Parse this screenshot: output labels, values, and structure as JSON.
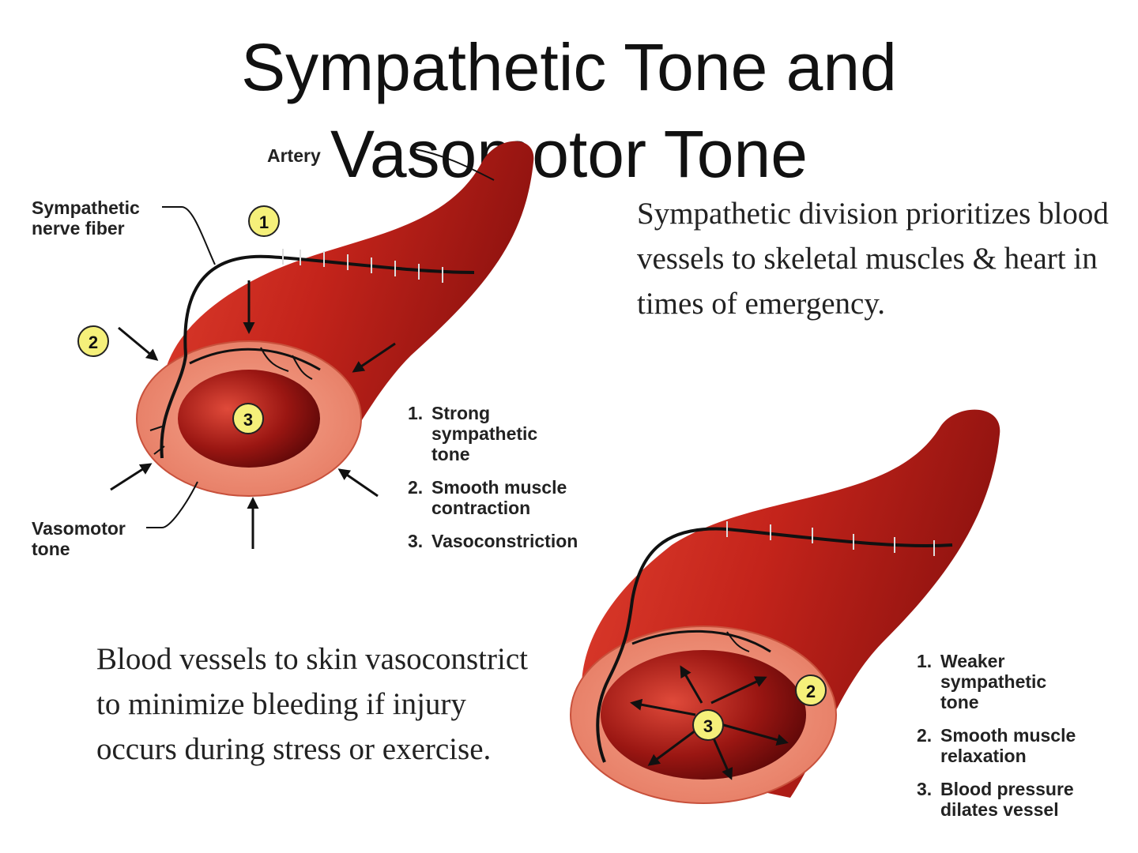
{
  "slide": {
    "title_line1": "Sympathetic Tone and",
    "title_line2": "Vasomotor Tone"
  },
  "text_blocks": {
    "right": "Sympathetic division prioritizes blood vessels to skeletal muscles & heart in times of emergency.",
    "left": "Blood vessels to skin vasoconstrict to minimize bleeding if injury occurs during stress or exercise."
  },
  "top_diagram": {
    "labels": {
      "artery": "Artery",
      "nerve_fiber": "Sympathetic nerve fiber",
      "vasomotor": "Vasomotor tone"
    },
    "badges": [
      "1",
      "2",
      "3"
    ],
    "steps": [
      {
        "num": "1.",
        "text": "Strong sympathetic tone"
      },
      {
        "num": "2.",
        "text": "Smooth muscle contraction"
      },
      {
        "num": "3.",
        "text": "Vasoconstriction"
      }
    ]
  },
  "bottom_diagram": {
    "badges": [
      "2",
      "3"
    ],
    "steps": [
      {
        "num": "1.",
        "text": "Weaker sympathetic tone"
      },
      {
        "num": "2.",
        "text": "Smooth muscle relaxation"
      },
      {
        "num": "3.",
        "text": "Blood pressure dilates vessel"
      }
    ]
  },
  "colors": {
    "vessel_dark": "#9e1512",
    "vessel_mid": "#d02a1f",
    "vessel_wall": "#ef8a70",
    "lumen": "#7a0c0c",
    "badge": "#f5f07a"
  }
}
